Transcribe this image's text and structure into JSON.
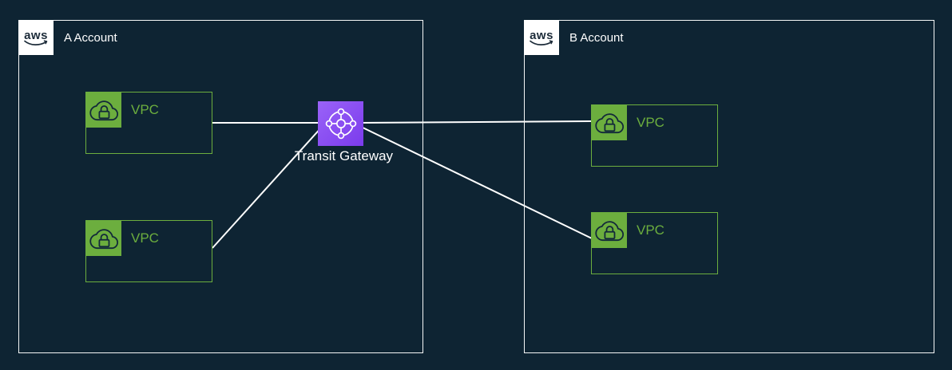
{
  "logo": {
    "text": "aws"
  },
  "accounts": [
    {
      "label": "A Account",
      "vpcs": [
        {
          "label": "VPC"
        },
        {
          "label": "VPC"
        }
      ]
    },
    {
      "label": "B Account",
      "vpcs": [
        {
          "label": "VPC"
        },
        {
          "label": "VPC"
        }
      ]
    }
  ],
  "gateway": {
    "label": "Transit Gateway"
  },
  "colors": {
    "background": "#0e2433",
    "account_border": "#f5f7f7",
    "vpc_green": "#6cae3e",
    "gateway_purple_start": "#9a63f8",
    "gateway_purple_end": "#7b3bec",
    "connector": "#ffffff",
    "logo_text": "#1c2b39"
  }
}
